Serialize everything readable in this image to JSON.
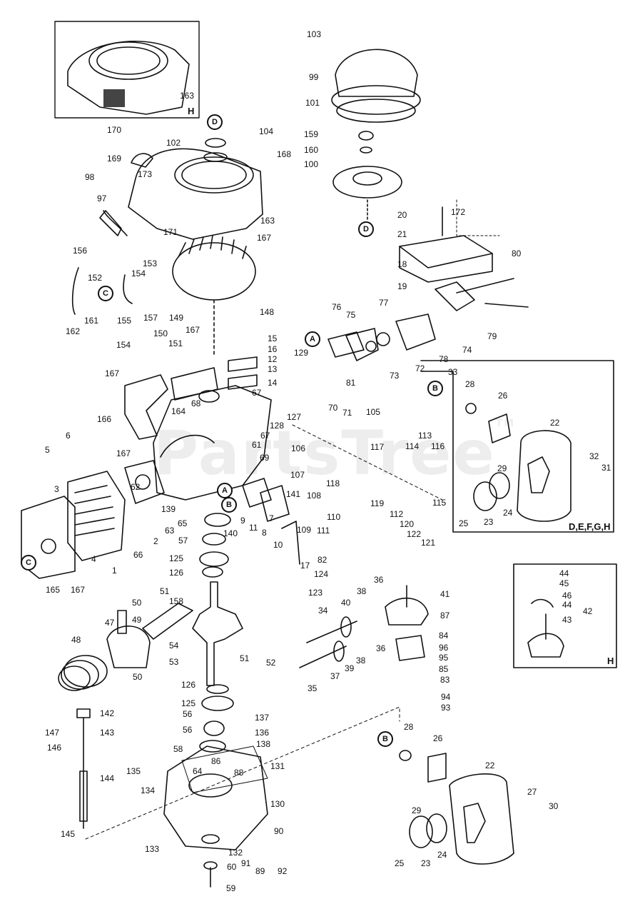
{
  "watermark": "PartsTree",
  "watermark_tm": "TM",
  "box_labels": {
    "shroud_alt": "H",
    "muffler_alt": "D,E,F,G,H",
    "gear_alt": "H"
  },
  "callouts": {
    "c103": "103",
    "c99": "99",
    "c101": "101",
    "c159": "159",
    "c160": "160",
    "c100": "100",
    "c163a": "163",
    "c170": "170",
    "c104": "104",
    "c102": "102",
    "c168": "168",
    "c169": "169",
    "c173": "173",
    "c98": "98",
    "c97": "97",
    "c171": "171",
    "c163b": "163",
    "c167a": "167",
    "c20": "20",
    "c172": "172",
    "c21": "21",
    "c18": "18",
    "c80": "80",
    "c19": "19",
    "c156": "156",
    "c153": "153",
    "c152": "152",
    "c154a": "154",
    "c157": "157",
    "c149": "149",
    "c155": "155",
    "c161": "161",
    "c162": "162",
    "c148": "148",
    "c76": "76",
    "c75": "75",
    "c77": "77",
    "c79": "79",
    "c74": "74",
    "c78": "78",
    "c72": "72",
    "c73": "73",
    "c81": "81",
    "c150": "150",
    "c167b": "167",
    "c151": "151",
    "c154b": "154",
    "c15": "15",
    "c16": "16",
    "c12": "12",
    "c13": "13",
    "c14": "14",
    "c129": "129",
    "c33": "33",
    "c28a": "28",
    "c26a": "26",
    "c167c": "167",
    "c166": "166",
    "c68": "68",
    "c67a": "67",
    "c164": "164",
    "c127": "127",
    "c70": "70",
    "c71": "71",
    "c105": "105",
    "c22a": "22",
    "c128": "128",
    "c6": "6",
    "c5": "5",
    "c167d": "167",
    "c61": "61",
    "c67b": "67",
    "c69": "69",
    "c106": "106",
    "c117": "117",
    "c113": "113",
    "c114": "114",
    "c116": "116",
    "c32": "32",
    "c31": "31",
    "c29a": "29",
    "c3": "3",
    "c62": "62",
    "c107": "107",
    "c118": "118",
    "c141": "141",
    "c108": "108",
    "c110": "110",
    "c112": "112",
    "c119": "119",
    "c115": "115",
    "c120": "120",
    "c24a": "24",
    "c23a": "23",
    "c25a": "25",
    "c139": "139",
    "c63": "63",
    "c65": "65",
    "c140": "140",
    "c9": "9",
    "c11": "11",
    "c8": "8",
    "c7": "7",
    "c109": "109",
    "c111": "111",
    "c122": "122",
    "c121": "121",
    "c66": "66",
    "c2": "2",
    "c57": "57",
    "c10": "10",
    "c82": "82",
    "c4": "4",
    "c1": "1",
    "c165": "165",
    "c167e": "167",
    "c125a": "125",
    "c126a": "126",
    "c17": "17",
    "c124": "124",
    "c123": "123",
    "c44a": "44",
    "c45": "45",
    "c46": "46",
    "c44b": "44",
    "c42": "42",
    "c43": "43",
    "c36a": "36",
    "c38a": "38",
    "c41": "41",
    "c158": "158",
    "c50a": "50",
    "c51a": "51",
    "c49": "49",
    "c34": "34",
    "c40": "40",
    "c87": "87",
    "c47": "47",
    "c54": "54",
    "c51b": "51",
    "c52": "52",
    "c84": "84",
    "c36b": "36",
    "c96": "96",
    "c95": "95",
    "c85": "85",
    "c48": "48",
    "c53": "53",
    "c38b": "38",
    "c39": "39",
    "c37": "37",
    "c83": "83",
    "c35": "35",
    "c50b": "50",
    "c126b": "126",
    "c94": "94",
    "c93": "93",
    "c125b": "125",
    "c56a": "56",
    "c137": "137",
    "c142": "142",
    "c147": "147",
    "c143": "143",
    "c56b": "56",
    "c136": "136",
    "c28b": "28",
    "c26b": "26",
    "c146": "146",
    "c58": "58",
    "c138": "138",
    "c64": "64",
    "c86": "86",
    "c88": "88",
    "c131": "131",
    "c22b": "22",
    "c144": "144",
    "c135": "135",
    "c134": "134",
    "c27": "27",
    "c130": "130",
    "c29b": "29",
    "c30": "30",
    "c145": "145",
    "c90": "90",
    "c133": "133",
    "c132": "132",
    "c91": "91",
    "c89": "89",
    "c92": "92",
    "c60": "60",
    "c25b": "25",
    "c23b": "23",
    "c24b": "24",
    "c59": "59"
  },
  "circled": {
    "d1": "D",
    "d2": "D",
    "c1": "C",
    "c2": "C",
    "a1": "A",
    "a2": "A",
    "b1": "B",
    "b2": "B",
    "b3": "B"
  }
}
